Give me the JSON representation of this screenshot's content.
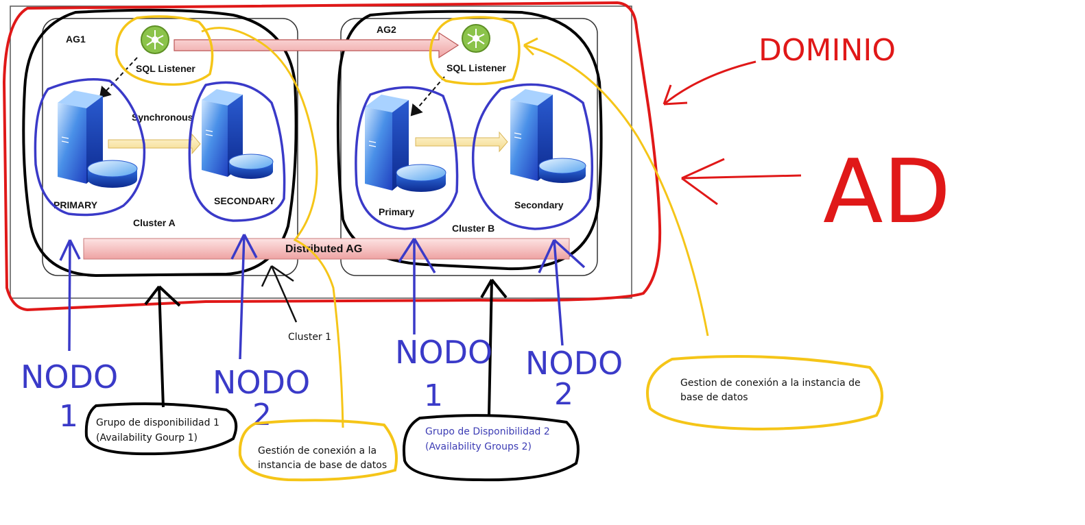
{
  "ag1": {
    "title": "AG1",
    "listener": "SQL Listener",
    "sync_label": "Synchronous",
    "primary": "PRIMARY",
    "secondary": "SECONDARY",
    "cluster": "Cluster A"
  },
  "ag2": {
    "title": "AG2",
    "listener": "SQL Listener",
    "primary": "Primary",
    "secondary": "Secondary",
    "cluster": "Cluster B"
  },
  "distributed_ag": "Distributed AG",
  "annotations": {
    "dominio": "DOMINIO",
    "ad": "AD",
    "cluster1": "Cluster 1",
    "nodo_a1": {
      "word": "NODO",
      "num": "1"
    },
    "nodo_a2": {
      "word": "NODO",
      "num": "2"
    },
    "nodo_b1": {
      "word": "NODO",
      "num": "1"
    },
    "nodo_b2": {
      "word": "NODO",
      "num": "2"
    },
    "group1": {
      "line1": "Grupo de disponibilidad 1",
      "line2": "(Availability Gourp 1)"
    },
    "conn_left": {
      "line1": "Gestión de conexión a la",
      "line2": "instancia de base de datos"
    },
    "group2": {
      "line1": "Grupo de Disponibilidad 2",
      "line2": "(Availability Groups 2)"
    },
    "conn_right": {
      "line1": "Gestion de conexión a la instancia de",
      "line2": "base de datos"
    }
  },
  "colors": {
    "red": "#e01818",
    "black": "#000000",
    "blue": "#3a3ac8",
    "yellow": "#f5c518",
    "pink": "#f7c9c9",
    "listener_green": "#7cb342"
  }
}
